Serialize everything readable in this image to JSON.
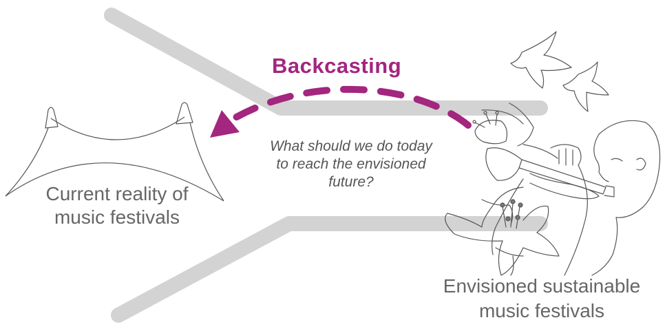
{
  "diagram": {
    "title": "Backcasting",
    "question": {
      "line1": "What should we do today",
      "line2": "to reach the envisioned",
      "line3": "future?"
    },
    "current_label": {
      "line1": "Current reality of",
      "line2": "music festivals"
    },
    "future_label": {
      "line1": "Envisioned sustainable",
      "line2": "music festivals"
    }
  },
  "colors": {
    "accent": "#a3267f",
    "funnel": "#d3d3d3",
    "text": "#666666",
    "question_text": "#555555",
    "drawing": "#555555"
  },
  "icons": {
    "tent": "tent-icon",
    "birds": "birds-icon",
    "trumpeter": "trumpet-player-icon",
    "lily": "lily-flower-icon"
  }
}
